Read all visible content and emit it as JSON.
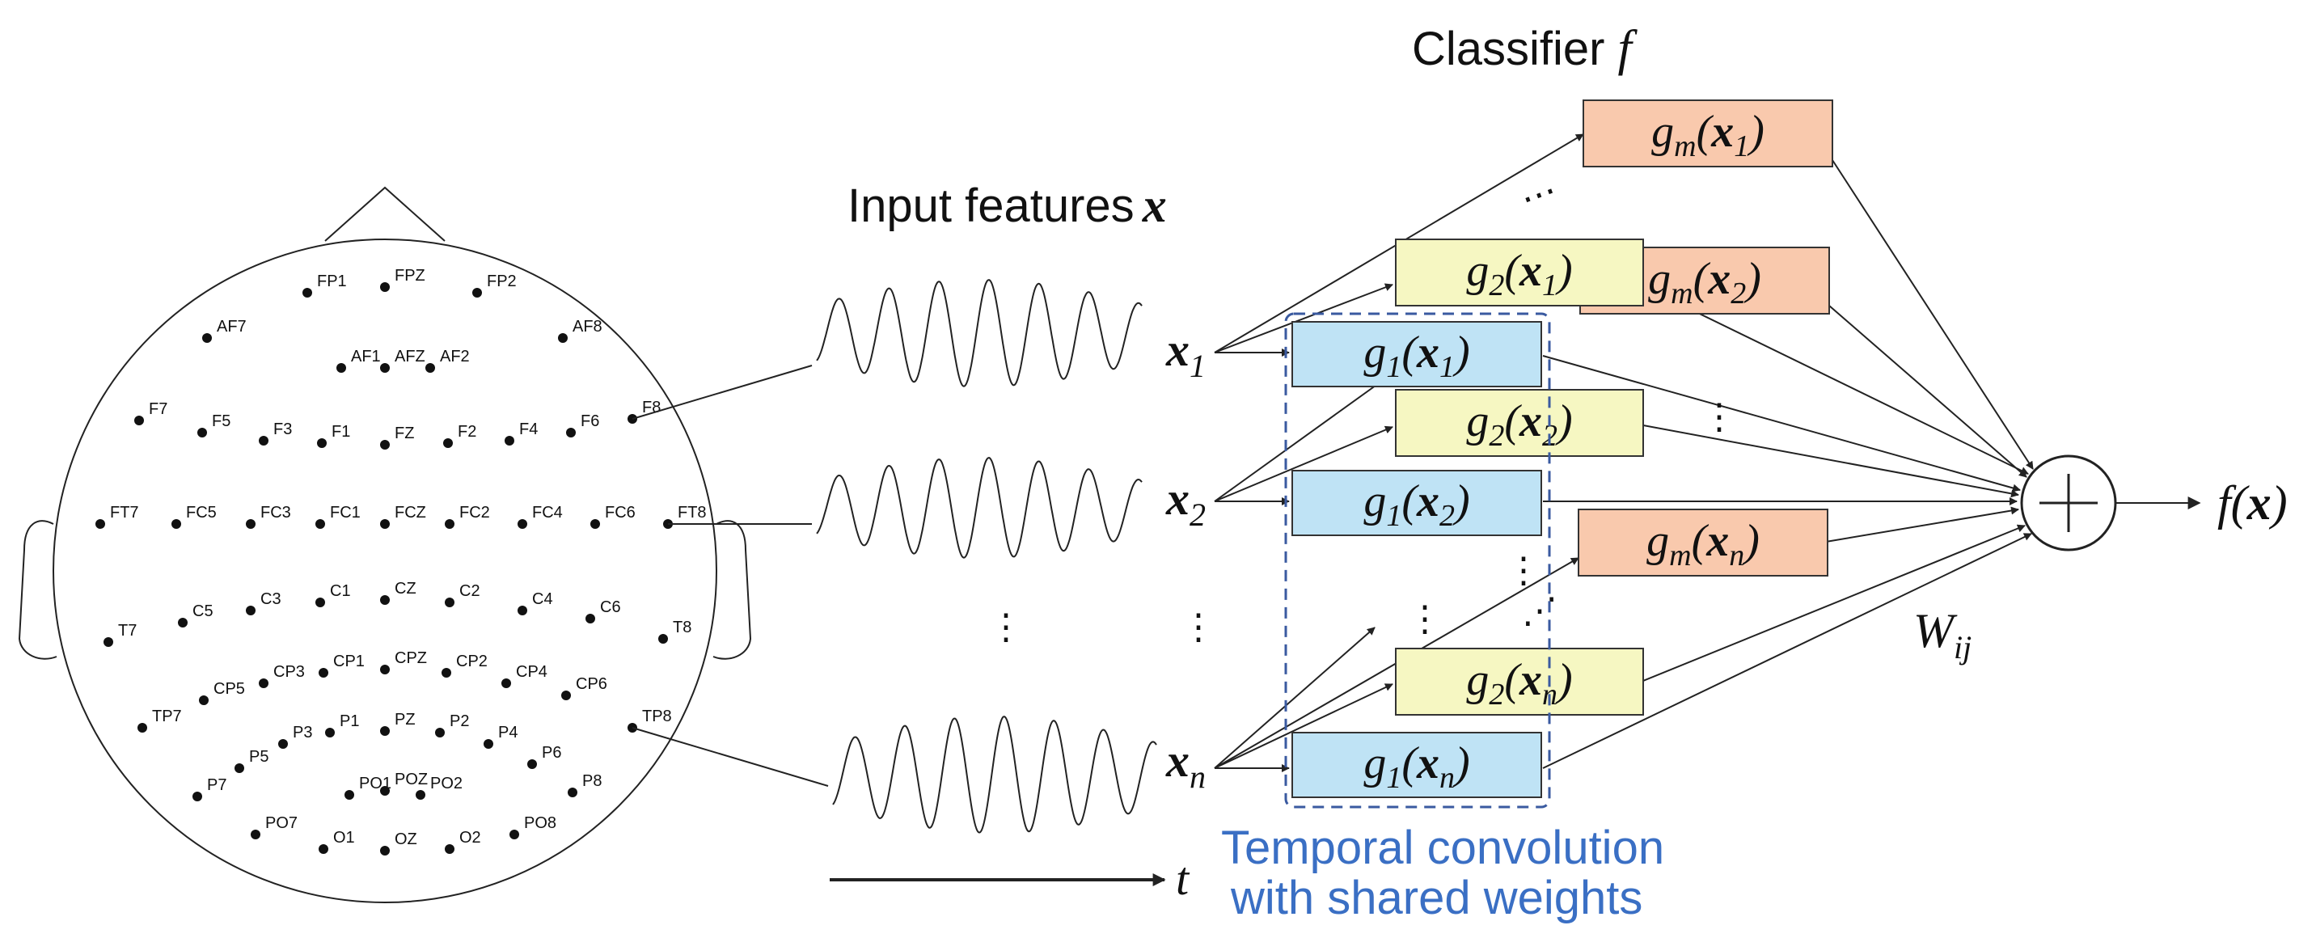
{
  "titles": {
    "classifier": "Classifier",
    "classifier_symbol": "f",
    "input_features": "Input features",
    "input_symbol": "x",
    "conv_line1": "Temporal convolution",
    "conv_line2": "with shared weights"
  },
  "inputs": [
    {
      "name": "x",
      "sub": "1",
      "electrode": "F8"
    },
    {
      "name": "x",
      "sub": "2",
      "electrode": "FT8"
    },
    {
      "name": "x",
      "sub": "n",
      "electrode": "TP8"
    }
  ],
  "functions": {
    "g1": [
      {
        "g": "g",
        "gsub": "1",
        "x": "x",
        "xsub": "1"
      },
      {
        "g": "g",
        "gsub": "1",
        "x": "x",
        "xsub": "2"
      },
      {
        "g": "g",
        "gsub": "1",
        "x": "x",
        "xsub": "n"
      }
    ],
    "g2": [
      {
        "g": "g",
        "gsub": "2",
        "x": "x",
        "xsub": "1"
      },
      {
        "g": "g",
        "gsub": "2",
        "x": "x",
        "xsub": "2"
      },
      {
        "g": "g",
        "gsub": "2",
        "x": "x",
        "xsub": "n"
      }
    ],
    "gm": [
      {
        "g": "g",
        "gsub": "m",
        "x": "x",
        "xsub": "1"
      },
      {
        "g": "g",
        "gsub": "m",
        "x": "x",
        "xsub": "2"
      },
      {
        "g": "g",
        "gsub": "m",
        "x": "x",
        "xsub": "n"
      }
    ]
  },
  "sum_symbol": "+",
  "output": {
    "f": "f",
    "x": "x"
  },
  "weight": {
    "w": "W",
    "sub": "ij"
  },
  "time_axis": "t",
  "electrodes": [
    "FP1",
    "FPZ",
    "FP2",
    "AF7",
    "AF8",
    "AF1",
    "AFZ",
    "AF2",
    "F7",
    "F5",
    "F3",
    "F1",
    "FZ",
    "F2",
    "F4",
    "F6",
    "F8",
    "FT7",
    "FC5",
    "FC3",
    "FC1",
    "FCZ",
    "FC2",
    "FC4",
    "FC6",
    "FT8",
    "T7",
    "C5",
    "C3",
    "C1",
    "CZ",
    "C2",
    "C4",
    "C6",
    "T8",
    "TP7",
    "CP5",
    "CP3",
    "CP1",
    "CPZ",
    "CP2",
    "CP4",
    "CP6",
    "TP8",
    "P7",
    "P5",
    "P3",
    "P1",
    "PZ",
    "P2",
    "P4",
    "P6",
    "P8",
    "PO1",
    "POZ",
    "PO2",
    "PO7",
    "O1",
    "OZ",
    "O2",
    "PO8"
  ],
  "colors": {
    "g1": "#bfe3f5",
    "g2": "#f6f7c2",
    "gm": "#f9c9ad",
    "conv_text": "#3a6fc4",
    "conv_box": "#3a5aa0"
  }
}
